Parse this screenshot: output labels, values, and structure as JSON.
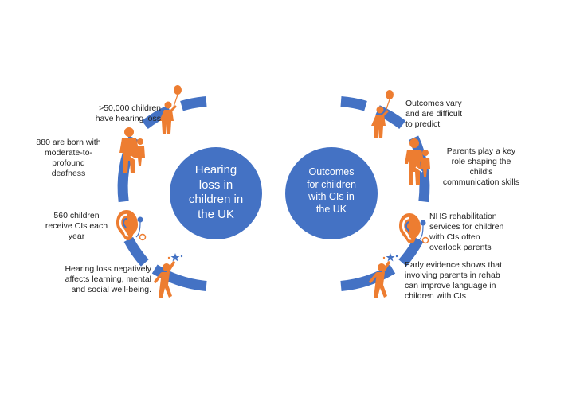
{
  "colors": {
    "blue": "#4472c4",
    "orange": "#ed7d31",
    "white": "#ffffff",
    "text": "#222222"
  },
  "left": {
    "title": "Hearing\nloss in\nchildren in\nthe UK",
    "items": [
      {
        "text": ">50,000 children\nhave hearing loss",
        "icon": "child-with-balloon-icon"
      },
      {
        "text": "880 are born with\nmoderate-to-\nprofound\ndeafness",
        "icon": "parent-holding-child-icon"
      },
      {
        "text": "560 children\nreceive CIs each\nyear",
        "icon": "cochlear-implant-ear-icon"
      },
      {
        "text": "Hearing loss negatively\naffects learning, mental\nand social well-being.",
        "icon": "child-reaching-star-icon"
      }
    ]
  },
  "right": {
    "title": "Outcomes\nfor children\nwith CIs in\nthe UK",
    "items": [
      {
        "text": "Outcomes vary\nand are difficult\nto predict",
        "icon": "child-with-balloon-icon"
      },
      {
        "text": "Parents play a key\nrole shaping the\nchild's\ncommunication skills",
        "icon": "parent-holding-child-icon"
      },
      {
        "text": "NHS rehabilitation\nservices for children\nwith CIs often\noverlook parents",
        "icon": "cochlear-implant-ear-icon"
      },
      {
        "text": "Early evidence shows that\ninvolving parents in rehab\ncan improve language in\nchildren with CIs",
        "icon": "child-reaching-star-icon"
      }
    ]
  }
}
